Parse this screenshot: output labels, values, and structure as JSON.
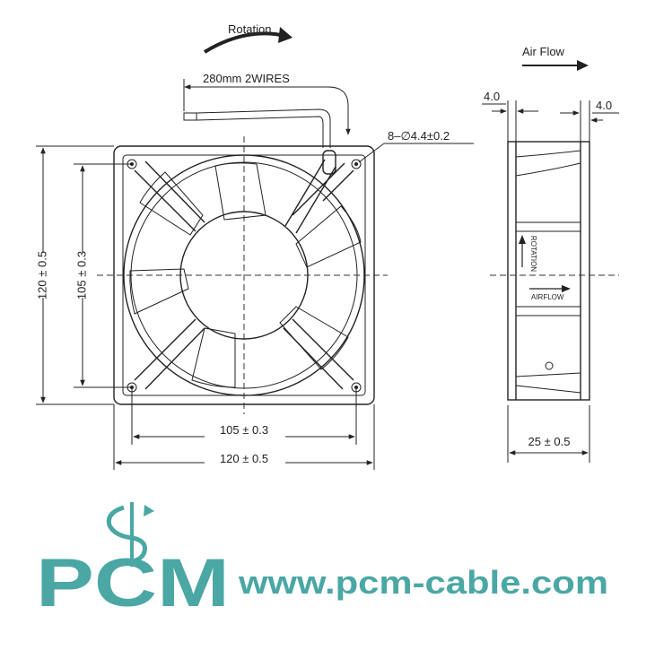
{
  "labels": {
    "rotation": "Rotation",
    "wires": "280mm 2WIRES",
    "holes": "8–∅4.4±0.2",
    "air_flow": "Air Flow",
    "side_gap_left": "4.0",
    "side_gap_right": "4.0",
    "height_outer": "120 ± 0.5",
    "height_inner": "105 ± 0.3",
    "width_inner": "105 ± 0.3",
    "width_outer": "120 ± 0.5",
    "depth": "25 ± 0.5",
    "side_rotation": "ROTATION",
    "side_airflow": "AIRFLOW"
  },
  "brand": {
    "logo": "PCM",
    "website": "www.pcm-cable.com",
    "color": "#4aa7a4"
  },
  "icons": {
    "rotation_arrow": "curved-arrow-icon",
    "air_flow_arrow": "arrow-right-icon",
    "logo_mark": "cable-s-icon"
  }
}
